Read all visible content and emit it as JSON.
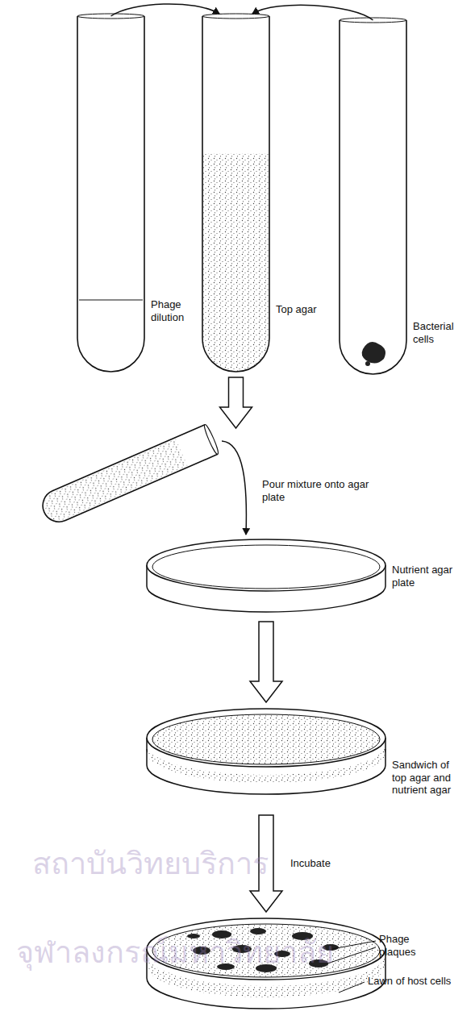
{
  "diagram": {
    "nodes": [
      {
        "text": [
          "Phage dilution"
        ]
      },
      {
        "text": [
          "Top agar"
        ]
      },
      {
        "text": [
          "Bacterial cells"
        ]
      },
      {
        "text": [
          "Pour mixture onto agar plate"
        ]
      },
      {
        "text": [
          "Nutrient agar plate"
        ]
      },
      {
        "text": [
          "Sandwich of top agar and nutrient agar"
        ]
      },
      {
        "text": [
          "Phage plaques",
          "Lawn of host cells"
        ]
      }
    ],
    "edges": [
      {
        "from": 0,
        "to": 1,
        "arrow": "to"
      },
      {
        "from": 2,
        "to": 1,
        "arrow": "to"
      },
      {
        "from": 1,
        "to": 3,
        "arrow": "to"
      },
      {
        "from": 3,
        "to": 4,
        "arrow": "to"
      },
      {
        "from": 4,
        "to": 5,
        "arrow": "to"
      },
      {
        "from": 5,
        "to": 6,
        "label": "Incubate",
        "arrow": "to"
      }
    ],
    "labels": [
      "สถาบันวิทยบริการ",
      "จุฬาลงกรณ์มหาวิทยาลัย"
    ]
  }
}
